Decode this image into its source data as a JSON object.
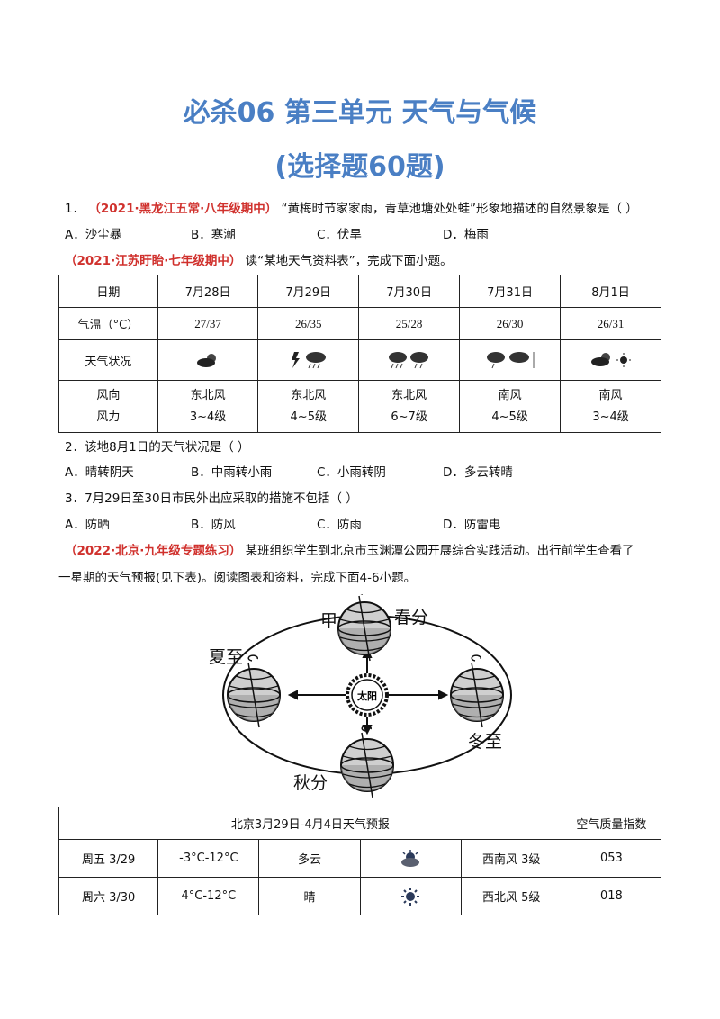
{
  "title_main": "必杀06  第三单元 天气与气候",
  "title_sub": "(选择题60题)",
  "q1": {
    "num": "1．",
    "source": "（2021·黑龙江五常·八年级期中）",
    "text": "“黄梅时节家家雨，青草池塘处处蛙”形象地描述的自然景象是（    ）",
    "options": [
      "A．沙尘暴",
      "B．寒潮",
      "C．伏旱",
      "D．梅雨"
    ]
  },
  "intro2": {
    "source": "（2021·江苏盱眙·七年级期中）",
    "text": "读“某地天气资料表”，完成下面小题。"
  },
  "weather_table": {
    "row_labels": [
      "日期",
      "气温（°C）",
      "天气状况",
      "风向",
      "风力"
    ],
    "dates": [
      "7月28日",
      "7月29日",
      "7月30日",
      "7月31日",
      "8月1日"
    ],
    "temps": [
      "27/37",
      "26/35",
      "25/28",
      "26/30",
      "26/31"
    ],
    "wind_dirs": [
      "东北风",
      "东北风",
      "东北风",
      "南风",
      "南风"
    ],
    "wind_forces": [
      "3~4级",
      "4~5级",
      "6~7级",
      "4~5级",
      "3~4级"
    ]
  },
  "q2": {
    "text": "2．该地8月1日的天气状况是（    ）",
    "options": [
      "A．晴转阴天",
      "B．中雨转小雨",
      "C．小雨转阴",
      "D．多云转晴"
    ]
  },
  "q3": {
    "text": "3．7月29日至30日市民外出应采取的措施不包括（    ）",
    "options": [
      "A．防晒",
      "B．防风",
      "C．防雨",
      "D．防雷电"
    ]
  },
  "intro4": {
    "source": "（2022·北京·九年级专题练习）",
    "text1": "某班组织学生到北京市玉渊潭公园开展综合实践活动。出行前学生查看了",
    "text2": "一星期的天气预报(见下表)。阅读图表和资料，完成下面4-6小题。"
  },
  "diagram": {
    "label_jia": "甲",
    "label_spring": "春分",
    "label_summer": "夏至",
    "label_winter": "冬至",
    "label_autumn": "秋分",
    "label_sun": "太阳"
  },
  "forecast_table": {
    "header": "北京3月29日-4月4日天气预报",
    "aqi_header": "空气质量指数",
    "rows": [
      {
        "day": "周五 3/29",
        "temp": "-3°C-12°C",
        "weather": "多云",
        "icon": "cloudy-sun-icon",
        "wind": "西南风 3级",
        "aqi": "053"
      },
      {
        "day": "周六 3/30",
        "temp": "4°C-12°C",
        "weather": "晴",
        "icon": "sun-icon",
        "wind": "西北风 5级",
        "aqi": "018"
      }
    ]
  }
}
